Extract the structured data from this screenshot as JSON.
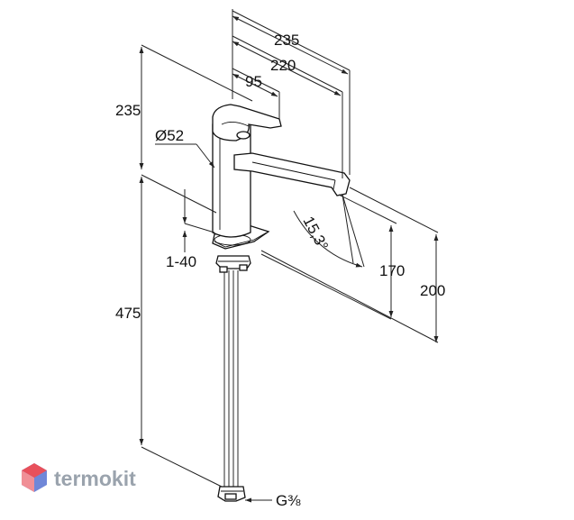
{
  "dimensions": {
    "top_235": "235",
    "top_220": "220",
    "top_95": "95",
    "left_235": "235",
    "diameter": "Ø52",
    "adjust": "1-40",
    "left_475": "475",
    "angle": "15,3°",
    "right_170": "170",
    "right_200": "200",
    "thread": "G⅜"
  },
  "logo": {
    "text": "termokit"
  },
  "colors": {
    "line": "#111111",
    "logo_text": "#9aa3ad",
    "logo_red": "#e8505b",
    "logo_blue": "#6f87d8"
  }
}
